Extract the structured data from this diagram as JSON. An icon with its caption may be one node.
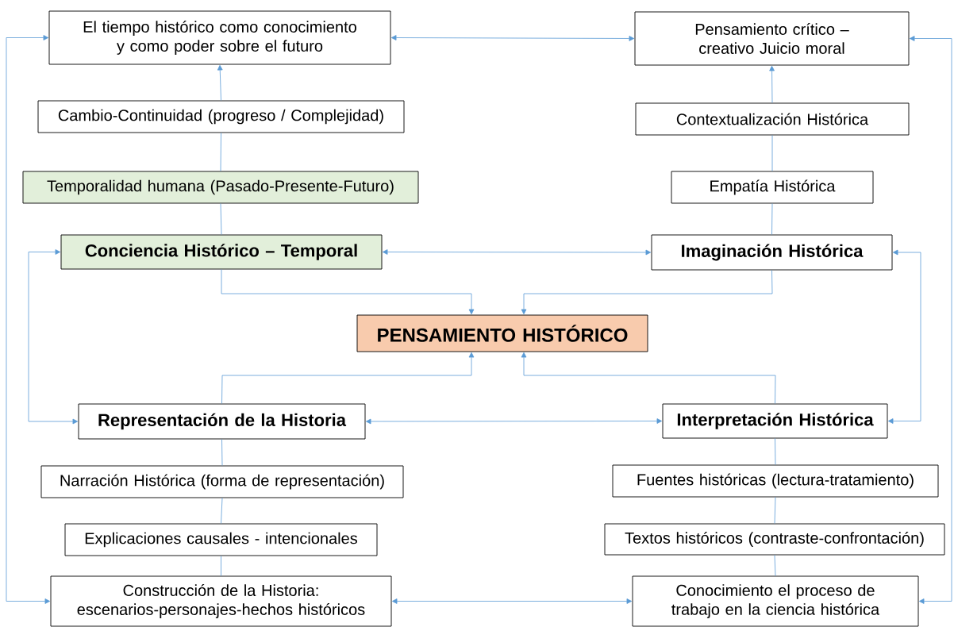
{
  "diagram": {
    "nodes": [
      {
        "text": [
          "El tiempo histórico como conocimiento y como poder sobre el futuro"
        ]
      },
      {
        "text": [
          "Pensamiento crítico – creativo Juicio moral"
        ]
      },
      {
        "text": [
          "Cambio-Continuidad (progreso / Complejidad)"
        ]
      },
      {
        "text": [
          "Contextualización Histórica"
        ]
      },
      {
        "text": [
          "Temporalidad humana (Pasado-Presente-Futuro)"
        ]
      },
      {
        "text": [
          "Empatía Histórica"
        ]
      },
      {
        "text": [
          "Conciencia Histórico – Temporal"
        ]
      },
      {
        "text": [
          "Imaginación Histórica"
        ]
      },
      {
        "text": [
          "PENSAMIENTO HISTÓRICO"
        ]
      },
      {
        "text": [
          "Representación de la Historia"
        ]
      },
      {
        "text": [
          "Interpretación Histórica"
        ]
      },
      {
        "text": [
          "Narración Histórica (forma de representación)"
        ]
      },
      {
        "text": [
          "Fuentes históricas (lectura-tratamiento)"
        ]
      },
      {
        "text": [
          "Explicaciones causales - intencionales"
        ]
      },
      {
        "text": [
          "Textos históricos (contraste-confrontación)"
        ]
      },
      {
        "text": [
          "Construcción de la Historia: escenarios-personajes-hechos históricos"
        ]
      },
      {
        "text": [
          "Conocimiento el proceso de trabajo en la ciencia histórica"
        ]
      }
    ],
    "edges": [
      {
        "from": 2,
        "to": 0,
        "arrow": "to"
      },
      {
        "from": 4,
        "to": 2,
        "arrow": "none"
      },
      {
        "from": 6,
        "to": 4,
        "arrow": "none"
      },
      {
        "from": 3,
        "to": 1,
        "arrow": "to"
      },
      {
        "from": 5,
        "to": 3,
        "arrow": "none"
      },
      {
        "from": 7,
        "to": 5,
        "arrow": "none"
      },
      {
        "from": 0,
        "to": 1,
        "arrow": "both"
      },
      {
        "from": 6,
        "to": 7,
        "arrow": "both"
      },
      {
        "from": 6,
        "to": 8,
        "arrow": "to"
      },
      {
        "from": 7,
        "to": 8,
        "arrow": "to"
      },
      {
        "from": 9,
        "to": 8,
        "arrow": "to"
      },
      {
        "from": 10,
        "to": 8,
        "arrow": "to"
      },
      {
        "from": 9,
        "to": 10,
        "arrow": "both"
      },
      {
        "from": 15,
        "to": 16,
        "arrow": "both"
      },
      {
        "from": 0,
        "to": 15,
        "arrow": "both"
      },
      {
        "from": 6,
        "to": 9,
        "arrow": "both"
      },
      {
        "from": 7,
        "to": 10,
        "arrow": "both"
      },
      {
        "from": 1,
        "to": 16,
        "arrow": "both"
      },
      {
        "from": 9,
        "to": 11,
        "arrow": "none"
      },
      {
        "from": 11,
        "to": 13,
        "arrow": "none"
      },
      {
        "from": 13,
        "to": 15,
        "arrow": "none"
      },
      {
        "from": 10,
        "to": 12,
        "arrow": "none"
      },
      {
        "from": 12,
        "to": 14,
        "arrow": "none"
      },
      {
        "from": 14,
        "to": 16,
        "arrow": "none"
      }
    ]
  }
}
